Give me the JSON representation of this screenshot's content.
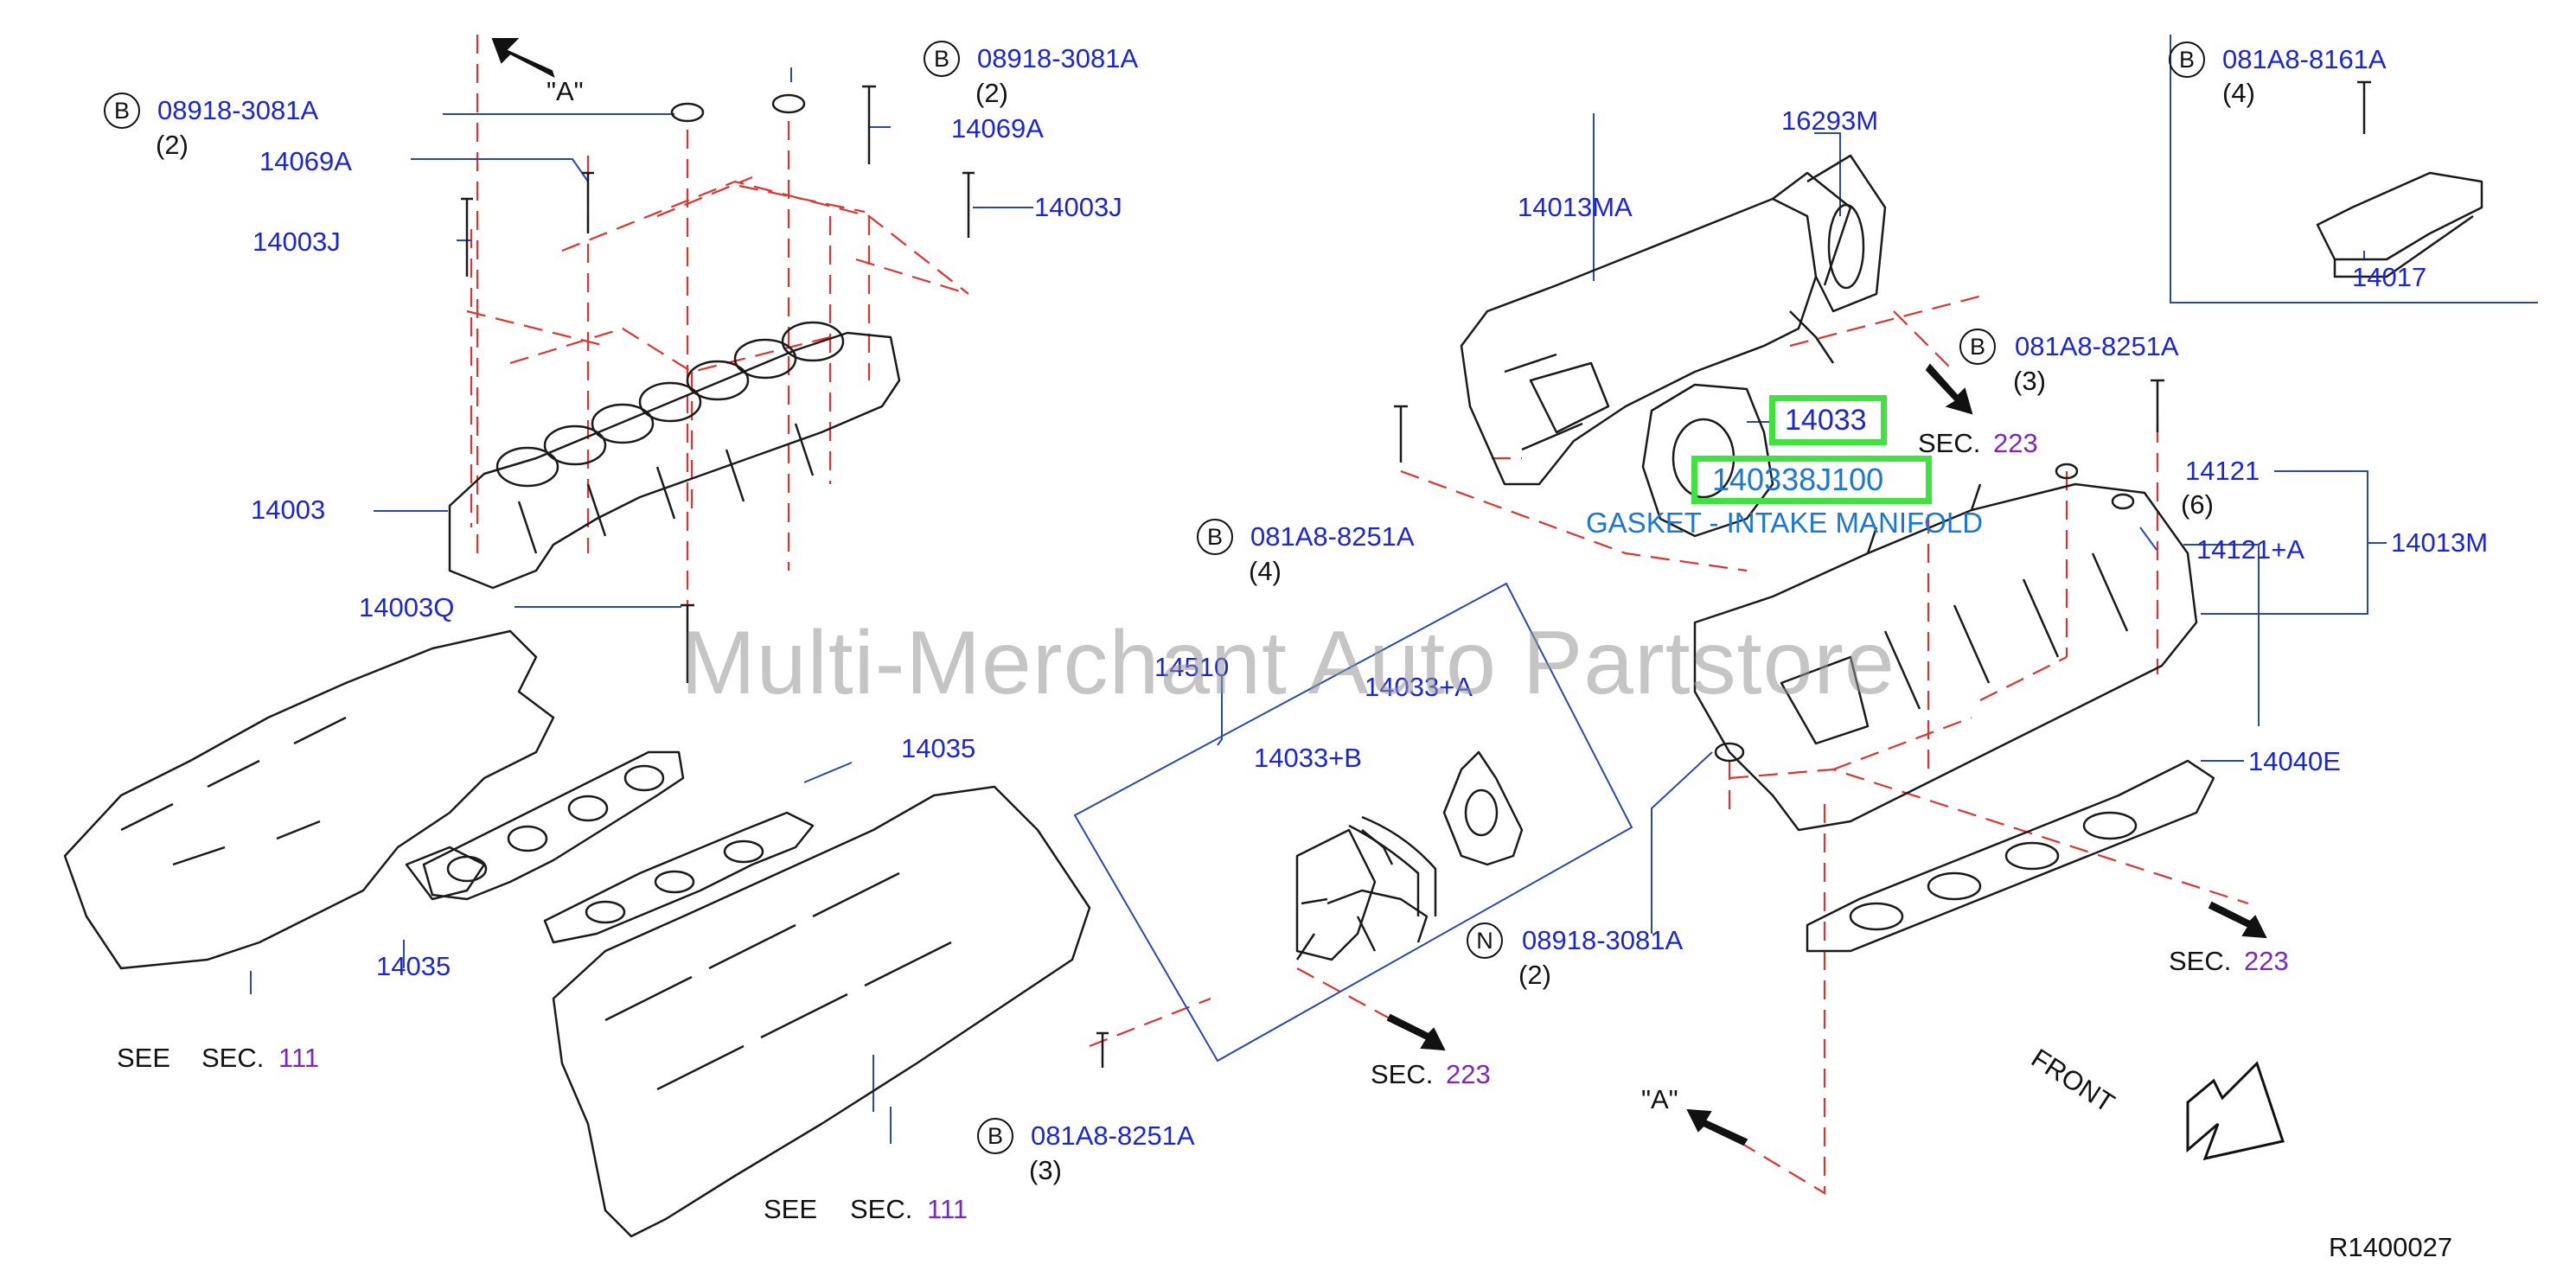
{
  "watermark": "Multi-Merchant Auto Partstore",
  "diagram_code": "R1400027",
  "front_label": "FRONT",
  "highlight": {
    "part_number": "14033",
    "part_number_full": "140338J100",
    "description": "GASKET - INTAKE MANIFOLD"
  },
  "callouts": [
    {
      "id": "c1",
      "letter": "B",
      "part": "08918-3081A",
      "qty": "(2)"
    },
    {
      "id": "c2",
      "letter": "B",
      "part": "08918-3081A",
      "qty": "(2)"
    },
    {
      "id": "c3",
      "letter": "B",
      "part": "081A8-8161A",
      "qty": "(4)"
    },
    {
      "id": "c4",
      "letter": "B",
      "part": "081A8-8251A",
      "qty": "(3)"
    },
    {
      "id": "c5",
      "letter": "B",
      "part": "081A8-8251A",
      "qty": "(4)"
    },
    {
      "id": "c6",
      "letter": "N",
      "part": "08918-3081A",
      "qty": "(2)"
    },
    {
      "id": "c7",
      "letter": "B",
      "part": "081A8-8251A",
      "qty": "(3)"
    }
  ],
  "parts": {
    "p14069a_left": "14069A",
    "p14069a_right": "14069A",
    "p14003j_left": "14003J",
    "p14003j_right": "14003J",
    "p14003": "14003",
    "p14003q": "14003Q",
    "p14013ma": "14013MA",
    "p16293m": "16293M",
    "p14017": "14017",
    "p14121": "14121",
    "p14121_qty": "(6)",
    "p14121a": "14121+A",
    "p14013m": "14013M",
    "p14510": "14510",
    "p14033a": "14033+A",
    "p14033b": "14033+B",
    "p14035_upper": "14035",
    "p14035_lower": "14035",
    "p14040e": "14040E"
  },
  "arrow_a_top": "\"A\"",
  "arrow_a_bottom": "\"A\"",
  "sec_refs": [
    {
      "id": "s1",
      "prefix": "SEE",
      "sec": "SEC.",
      "num": "111"
    },
    {
      "id": "s2",
      "prefix": "SEE",
      "sec": "SEC.",
      "num": "111"
    },
    {
      "id": "s3",
      "prefix": "",
      "sec": "SEC.",
      "num": "223"
    },
    {
      "id": "s4",
      "prefix": "",
      "sec": "SEC.",
      "num": "223"
    },
    {
      "id": "s5",
      "prefix": "",
      "sec": "SEC.",
      "num": "223"
    }
  ]
}
